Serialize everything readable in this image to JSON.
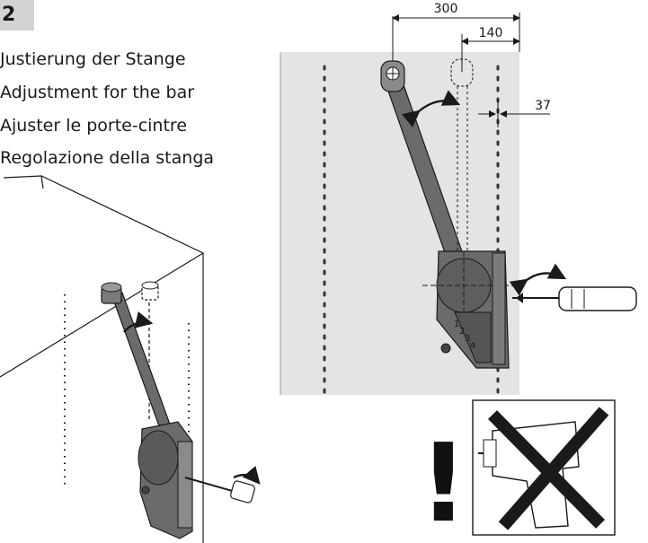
{
  "step": {
    "number": "2"
  },
  "captions": [
    "Justierung der Stange",
    "Adjustment for the bar",
    "Ajuster le porte-cintre",
    "Regolazione della stanga"
  ],
  "dimensions": {
    "d300": "300",
    "d140": "140",
    "d37": "37"
  },
  "adjust_scale": [
    "1",
    "2",
    "3",
    "4"
  ],
  "warning": {
    "symbol": "!"
  },
  "icons": [
    "screwdriver-icon",
    "drill-icon",
    "prohibition-cross-icon",
    "rotate-arrow-icon"
  ],
  "colors": {
    "panel": "#e4e4e4",
    "mechanism": "#6b6b6b",
    "line": "#1a1a1a",
    "badge": "#d3d3d3"
  }
}
